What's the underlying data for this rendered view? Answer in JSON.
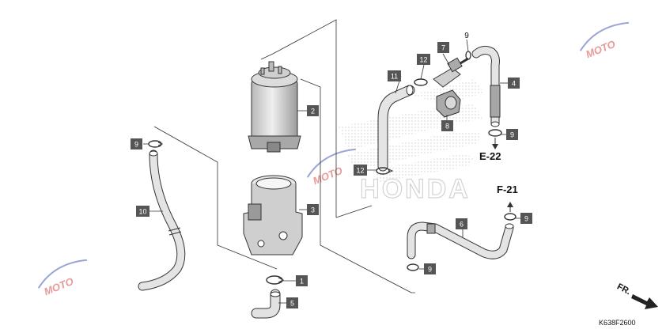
{
  "diagram": {
    "part_numbers": {
      "p1": "1",
      "p2": "2",
      "p3": "3",
      "p4": "4",
      "p5": "5",
      "p6": "6",
      "p7": "7",
      "p8": "8",
      "p9a": "9",
      "p9b": "9",
      "p9c": "9",
      "p9d": "9",
      "p9e": "9",
      "p10": "10",
      "p11": "11",
      "p12a": "12",
      "p12b": "12"
    },
    "references": {
      "e22": "E-22",
      "f21": "F-21"
    },
    "direction_label": "FR.",
    "diagram_code": "K638F2600",
    "watermark": "MOTO",
    "brand_watermark": "HONDA"
  }
}
